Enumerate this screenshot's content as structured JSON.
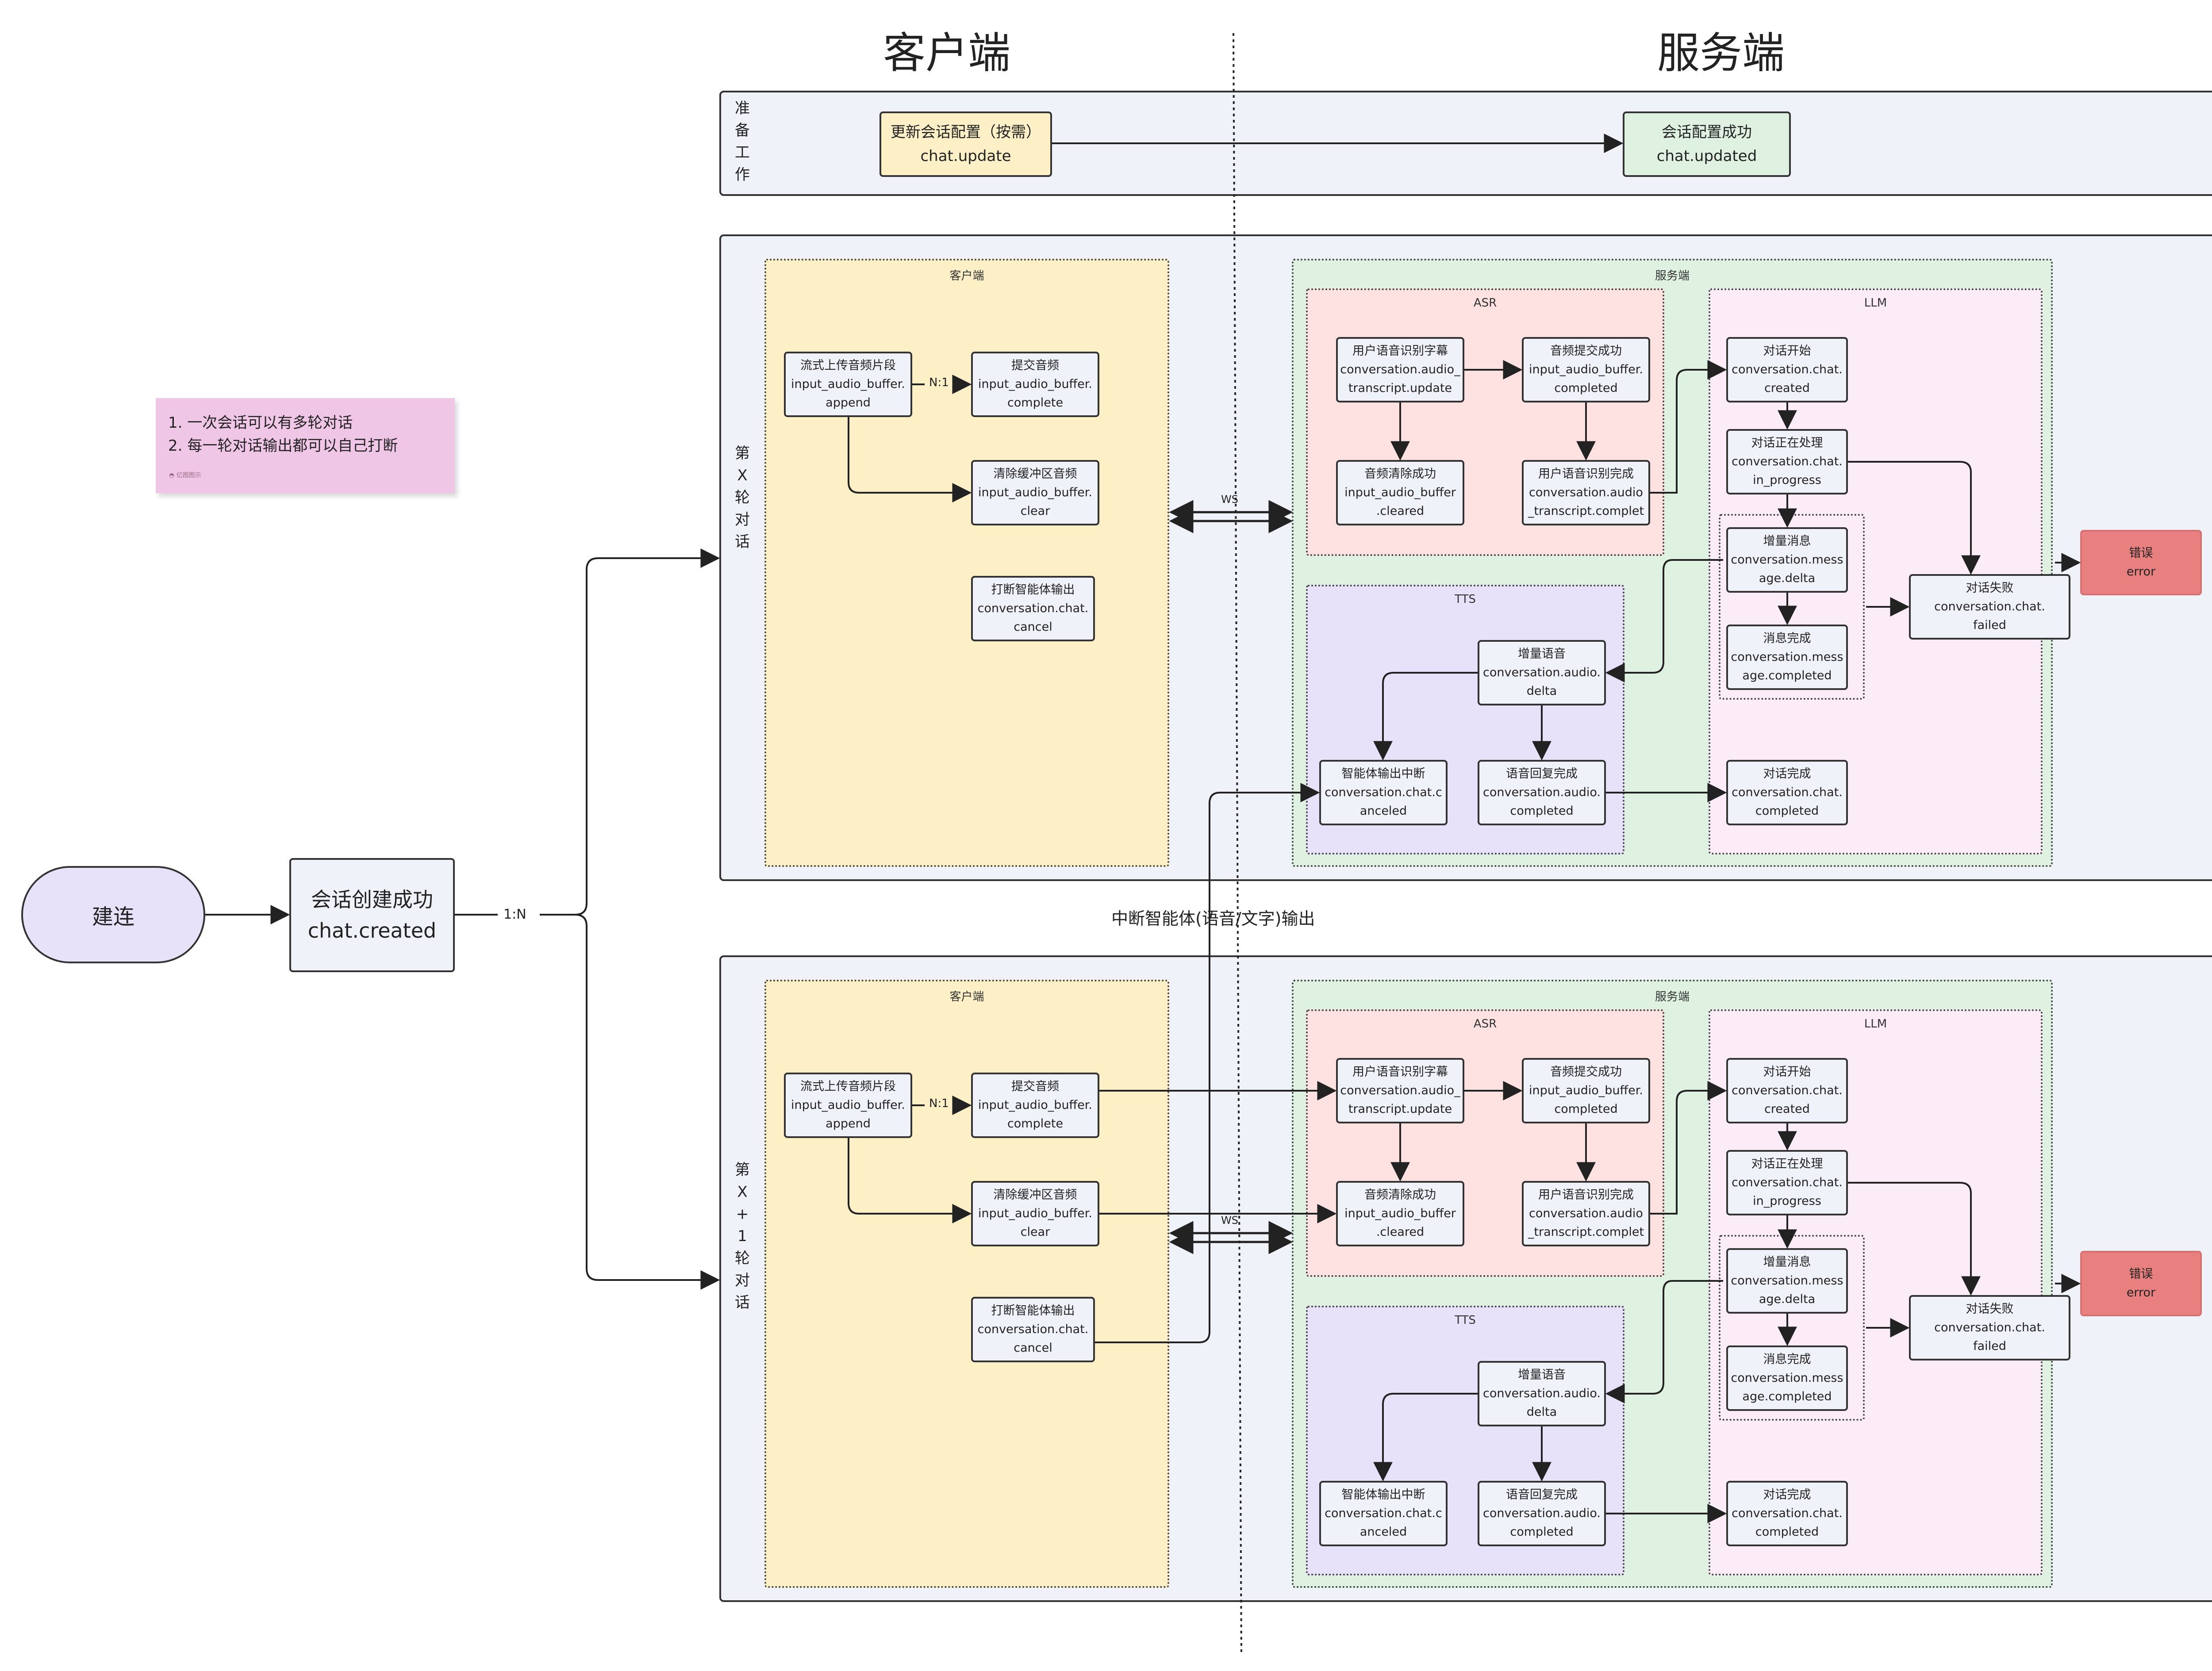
{
  "titles": {
    "client": "客户端",
    "server": "服务端"
  },
  "prep": {
    "label": [
      "准",
      "备",
      "工",
      "作"
    ],
    "update": [
      "更新会话配置（按需）",
      "chat.update"
    ],
    "updated": [
      "会话配置成功",
      "chat.updated"
    ]
  },
  "start_node": "建连",
  "created_node": [
    "会话创建成功",
    "chat.created"
  ],
  "one_to_n": "1:N",
  "note": [
    "1. 一次会话可以有多轮对话",
    "2. 每一轮对话输出都可以自己打断"
  ],
  "note_brand": "◓ 亿图图示",
  "interrupt_label": "中断智能体(语音/文字)输出",
  "rounds": [
    {
      "label": [
        "第",
        "X",
        "轮",
        "对",
        "话"
      ],
      "client_region": "客户端",
      "server_region": "服务端",
      "asr_region": "ASR",
      "tts_region": "TTS",
      "llm_region": "LLM",
      "ws": "WS",
      "n1": "N:1",
      "nodes": {
        "append": [
          "流式上传音频片段",
          "input_audio_buffer.",
          "append"
        ],
        "complete": [
          "提交音频",
          "input_audio_buffer.",
          "complete"
        ],
        "clear": [
          "清除缓冲区音频",
          "input_audio_buffer.",
          "clear"
        ],
        "cancel": [
          "打断智能体输出",
          "conversation.chat.",
          "cancel"
        ],
        "transcript_update": [
          "用户语音识别字幕",
          "conversation.audio_",
          "transcript.update"
        ],
        "buffer_completed": [
          "音频提交成功",
          "input_audio_buffer.",
          "completed"
        ],
        "buffer_cleared": [
          "音频清除成功",
          "input_audio_buffer",
          ".cleared"
        ],
        "transcript_completed": [
          "用户语音识别完成",
          "conversation.audio",
          "_transcript.complet"
        ],
        "audio_delta": [
          "增量语音",
          "conversation.audio.",
          "delta"
        ],
        "chat_canceled": [
          "智能体输出中断",
          "conversation.chat.c",
          "anceled"
        ],
        "audio_completed": [
          "语音回复完成",
          "conversation.audio.",
          "completed"
        ],
        "chat_created": [
          "对话开始",
          "conversation.chat.",
          "created"
        ],
        "chat_in_progress": [
          "对话正在处理",
          "conversation.chat.",
          "in_progress"
        ],
        "message_delta": [
          "增量消息",
          "conversation.mess",
          "age.delta"
        ],
        "message_completed": [
          "消息完成",
          "conversation.mess",
          "age.completed"
        ],
        "chat_failed": [
          "对话失败",
          "conversation.chat.",
          "failed"
        ],
        "chat_completed": [
          "对话完成",
          "conversation.chat.",
          "completed"
        ],
        "error": [
          "错误",
          "error"
        ]
      }
    },
    {
      "label": [
        "第",
        "X",
        "+",
        "1",
        "轮",
        "对",
        "话"
      ],
      "client_region": "客户端",
      "server_region": "服务端",
      "asr_region": "ASR",
      "tts_region": "TTS",
      "llm_region": "LLM",
      "ws": "WS",
      "n1": "N:1",
      "nodes": {
        "append": [
          "流式上传音频片段",
          "input_audio_buffer.",
          "append"
        ],
        "complete": [
          "提交音频",
          "input_audio_buffer.",
          "complete"
        ],
        "clear": [
          "清除缓冲区音频",
          "input_audio_buffer.",
          "clear"
        ],
        "cancel": [
          "打断智能体输出",
          "conversation.chat.",
          "cancel"
        ],
        "transcript_update": [
          "用户语音识别字幕",
          "conversation.audio_",
          "transcript.update"
        ],
        "buffer_completed": [
          "音频提交成功",
          "input_audio_buffer.",
          "completed"
        ],
        "buffer_cleared": [
          "音频清除成功",
          "input_audio_buffer",
          ".cleared"
        ],
        "transcript_completed": [
          "用户语音识别完成",
          "conversation.audio",
          "_transcript.complet"
        ],
        "audio_delta": [
          "增量语音",
          "conversation.audio.",
          "delta"
        ],
        "chat_canceled": [
          "智能体输出中断",
          "conversation.chat.c",
          "anceled"
        ],
        "audio_completed": [
          "语音回复完成",
          "conversation.audio.",
          "completed"
        ],
        "chat_created": [
          "对话开始",
          "conversation.chat.",
          "created"
        ],
        "chat_in_progress": [
          "对话正在处理",
          "conversation.chat.",
          "in_progress"
        ],
        "message_delta": [
          "增量消息",
          "conversation.mess",
          "age.delta"
        ],
        "message_completed": [
          "消息完成",
          "conversation.mess",
          "age.completed"
        ],
        "chat_failed": [
          "对话失败",
          "conversation.chat.",
          "failed"
        ],
        "chat_completed": [
          "对话完成",
          "conversation.chat.",
          "completed"
        ],
        "error": [
          "错误",
          "error"
        ]
      }
    }
  ]
}
